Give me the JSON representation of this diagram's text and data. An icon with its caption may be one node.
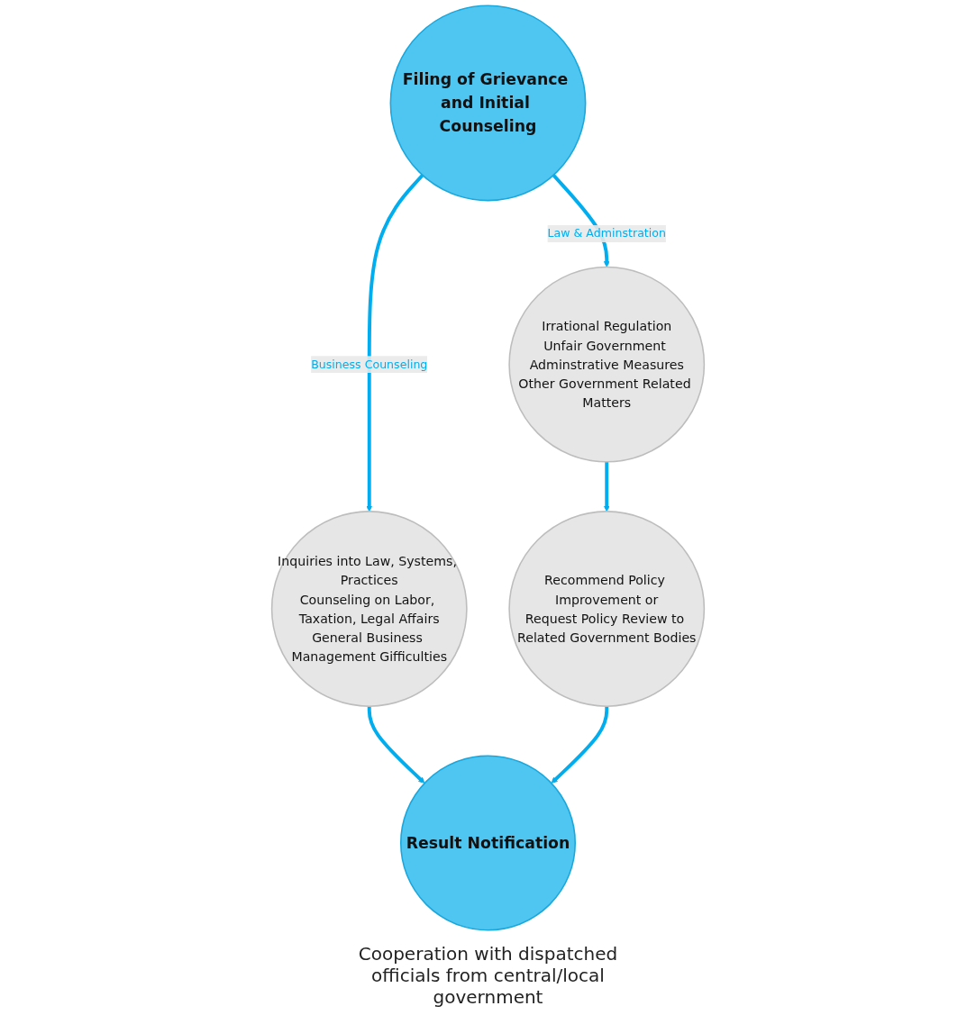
{
  "diagram": {
    "nodes": [
      {
        "text": [
          "Filing of Grievance and Initial Counseling"
        ]
      },
      {
        "text": [
          "Inquiries into Law, Systems, Practices",
          "Counseling on Labor, Taxation, Legal Affairs",
          "General Business Management Gifficulties"
        ]
      },
      {
        "text": [
          "Irrational Regulation",
          "Unfair Government Adminstrative Measures",
          "Other Government Related Matters"
        ]
      },
      {
        "text": [
          "Result Notification"
        ]
      },
      {
        "text": [
          "Recommend Policy Improvement or",
          "Request Policy Review to Related Government Bodies"
        ]
      }
    ],
    "edges": [
      {
        "from": 0,
        "to": 1,
        "arrow": "to",
        "label": "Business Counseling"
      },
      {
        "from": 0,
        "to": 2,
        "arrow": "to",
        "label": "Law & Adminstration"
      },
      {
        "from": 1,
        "to": 3,
        "arrow": "to"
      },
      {
        "from": 2,
        "to": 4,
        "arrow": "to"
      },
      {
        "from": 4,
        "to": 3,
        "arrow": "to"
      }
    ],
    "labels": [
      "Cooperation with dispatched officials from central/local government"
    ]
  }
}
